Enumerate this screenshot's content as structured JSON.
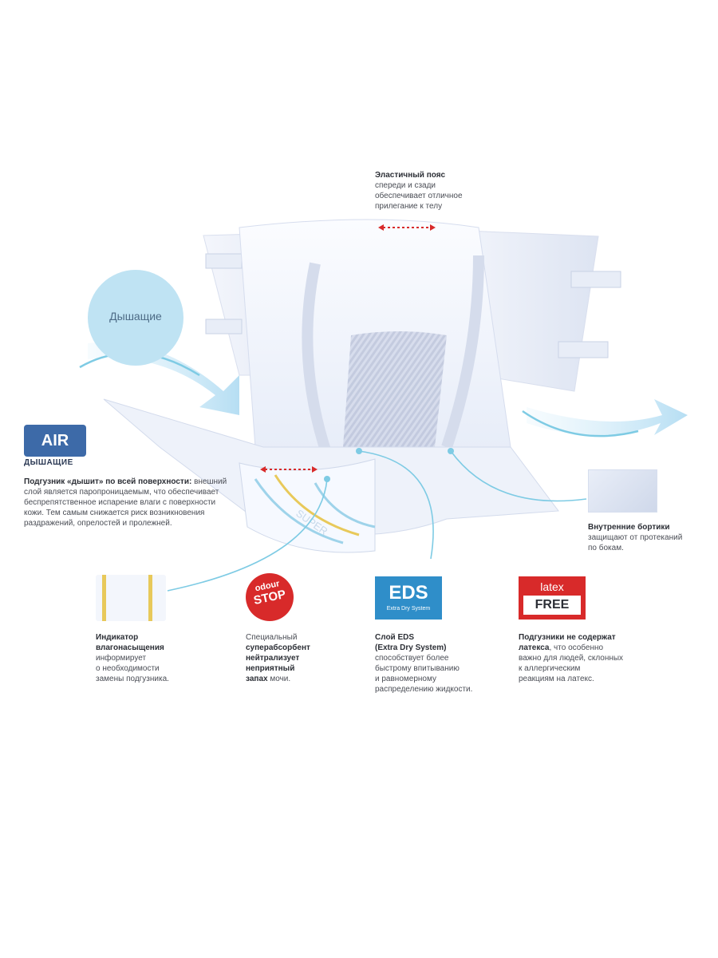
{
  "elastic_belt": {
    "title": "Эластичный пояс",
    "lines": [
      "спереди и сзади",
      "обеспечивает отличное",
      "прилегание к телу"
    ]
  },
  "breathing_bubble": {
    "label": "Дышащие"
  },
  "air_badge": {
    "text": "AIR",
    "caption": "ДЫШАЩИЕ"
  },
  "air_text": {
    "bold": "Подгузник «дышит» по всей поверхности:",
    "rest": " внешний слой является паропроницаемым, что обеспечивает беспрепятственное испарение влаги с поверхности кожи. Тем самым снижается риск возникновения раздражений, опрелостей и пролежней."
  },
  "inner_cuffs": {
    "title": "Внутренние бортики",
    "lines": [
      "защищают от протеканий",
      "по бокам."
    ]
  },
  "indicator": {
    "bold_lines": [
      "Индикатор",
      "влагонасыщения"
    ],
    "lines": [
      "информирует",
      "о необходимости",
      "замены подгузника."
    ]
  },
  "odour": {
    "badge_top": "odour",
    "badge_bottom": "STOP",
    "line1": "Специальный",
    "bold_lines": [
      "суперабсорбент",
      "нейтрализует",
      "неприятный"
    ],
    "bold_last": "запах",
    "last_rest": " мочи."
  },
  "eds": {
    "badge": "EDS",
    "badge_sub": "Extra Dry System",
    "bold_lines": [
      "Слой EDS",
      "(Extra Dry System)"
    ],
    "lines": [
      "способствует более",
      "быстрому впитыванию",
      "и равномерному",
      "распределению жидкости."
    ]
  },
  "latex": {
    "badge_top": "latex",
    "badge_bottom": "FREE",
    "bold_lines": [
      "Подгузники не содержат"
    ],
    "bold_inline": "латекса",
    "inline_rest": ", что особенно",
    "lines": [
      "важно для людей, склонных",
      "к аллергическим",
      "реакциям на латекс."
    ]
  },
  "product_print": {
    "pad_text": "SUPER"
  },
  "colors": {
    "sky_blue": "#bfe3f3",
    "line_blue": "#7ecbe4",
    "red": "#d82a2a",
    "eds_blue": "#2f8ec9",
    "gold": "#e8c95a"
  }
}
